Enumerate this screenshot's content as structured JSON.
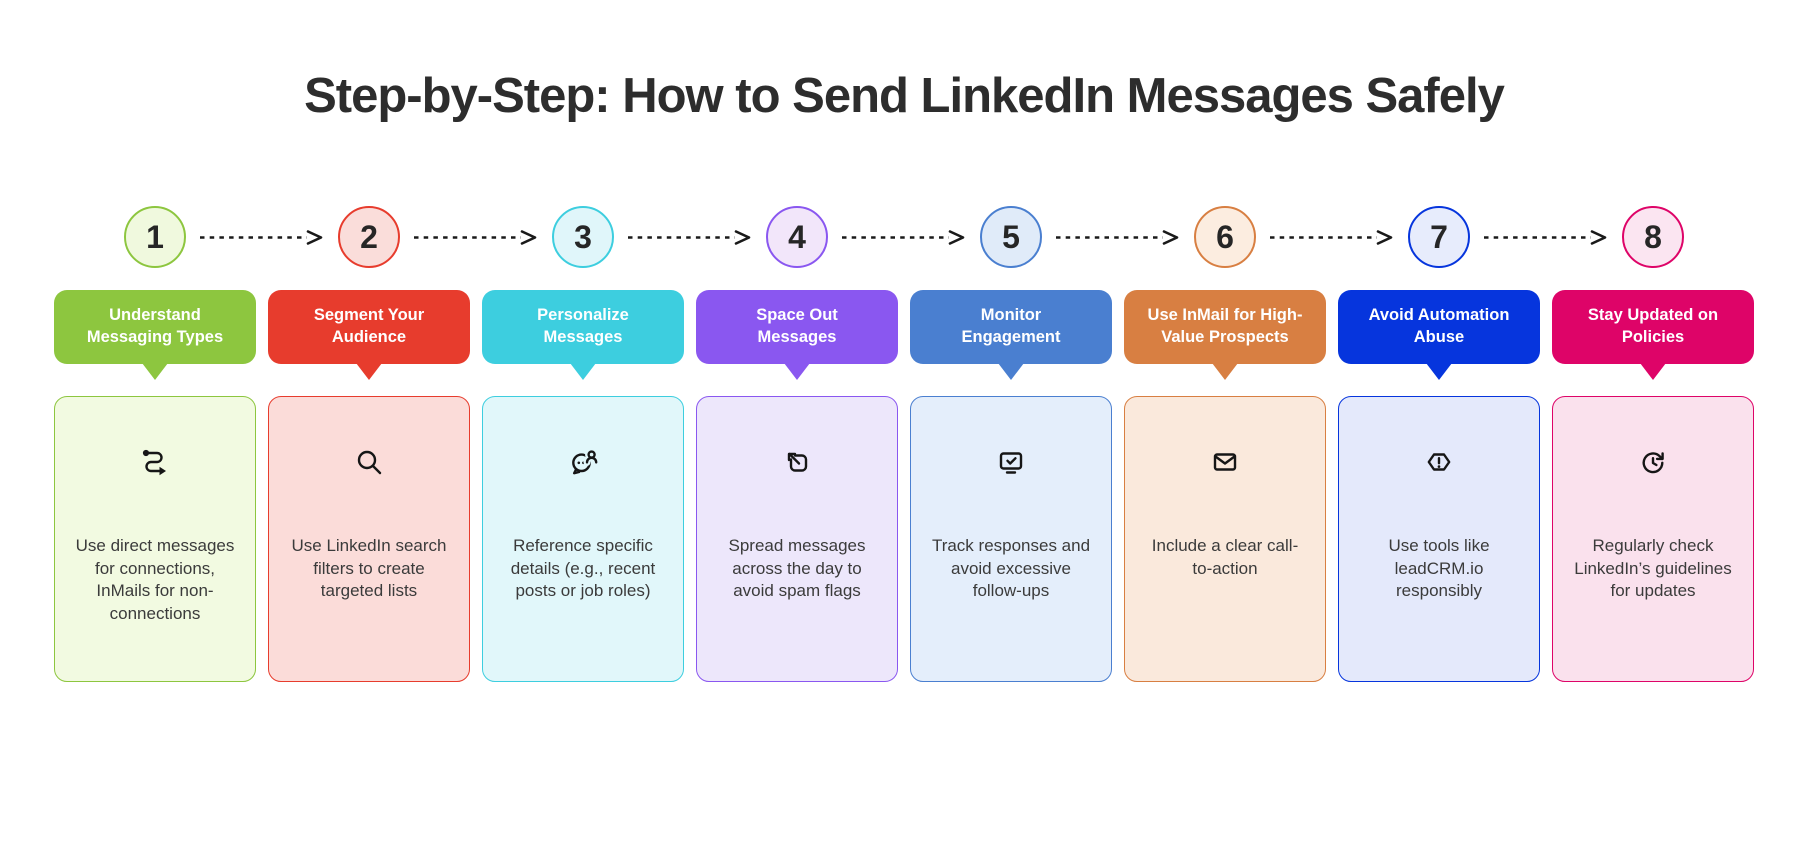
{
  "title": "Step-by-Step: How to Send LinkedIn Messages Safely",
  "arrow_color": "#1a1a1a",
  "icon_color": "#161616",
  "steps": [
    {
      "number": "1",
      "label": "Understand\nMessaging Types",
      "description": "Use direct messages for connections, InMails for non-connections",
      "icon": "route-icon",
      "accent_color": "#8dc63f",
      "card_tint": "#f2fae1",
      "circle_fill": "#f0f9de"
    },
    {
      "number": "2",
      "label": "Segment Your\nAudience",
      "description": "Use LinkedIn search filters to create targeted lists",
      "icon": "search-icon",
      "accent_color": "#e73c2d",
      "card_tint": "#fbdcd9",
      "circle_fill": "#faddda"
    },
    {
      "number": "3",
      "label": "Personalize\nMessages",
      "description": "Reference specific details (e.g., recent posts or job roles)",
      "icon": "message-user-icon",
      "accent_color": "#3dcedf",
      "card_tint": "#e1f7fa",
      "circle_fill": "#e0f6fa"
    },
    {
      "number": "4",
      "label": "Space Out\nMessages",
      "description": "Spread messages across the day to avoid spam flags",
      "icon": "arrow-out-square-icon",
      "accent_color": "#8a57f0",
      "card_tint": "#ede7fb",
      "circle_fill": "#f2e6fa"
    },
    {
      "number": "5",
      "label": "Monitor\nEngagement",
      "description": "Track responses and avoid excessive follow-ups",
      "icon": "monitor-check-icon",
      "accent_color": "#4a7fd0",
      "card_tint": "#e4eefb",
      "circle_fill": "#e0ebf9"
    },
    {
      "number": "6",
      "label": "Use InMail for High-\nValue Prospects",
      "description": "Include a clear call-to-action",
      "icon": "mail-icon",
      "accent_color": "#d87f42",
      "card_tint": "#fae9dc",
      "circle_fill": "#fcede0"
    },
    {
      "number": "7",
      "label": "Avoid Automation\nAbuse",
      "description": "Use tools like leadCRM.io responsibly",
      "icon": "alert-hexagon-icon",
      "accent_color": "#0635dd",
      "card_tint": "#e4e9fb",
      "circle_fill": "#e7ecfc"
    },
    {
      "number": "8",
      "label": "Stay Updated on\nPolicies",
      "description": "Regularly check LinkedIn’s guidelines for updates",
      "icon": "clock-refresh-icon",
      "accent_color": "#de0468",
      "card_tint": "#fae1ed",
      "circle_fill": "#fbe5f1"
    }
  ]
}
